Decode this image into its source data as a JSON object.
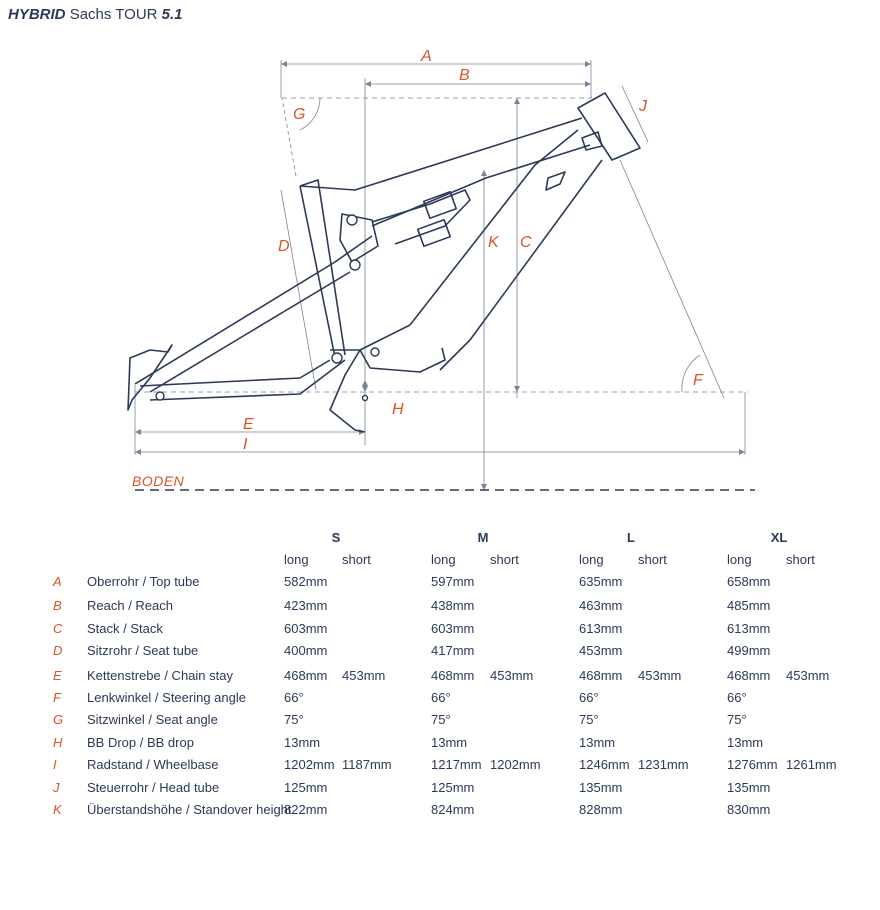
{
  "title": {
    "bold": "HYBRID",
    "rest": "Sachs TOUR",
    "model": "5.1"
  },
  "diagram": {
    "labels": {
      "A": "A",
      "B": "B",
      "C": "C",
      "D": "D",
      "E": "E",
      "F": "F",
      "G": "G",
      "H": "H",
      "I": "I",
      "J": "J",
      "K": "K"
    },
    "ground_label": "BODEN"
  },
  "table": {
    "sizes": [
      "S",
      "M",
      "L",
      "XL"
    ],
    "sub_headers": {
      "long": "long",
      "short": "short"
    },
    "rows": [
      {
        "letter": "A",
        "name": "Oberrohr / Top tube",
        "values": [
          "582mm",
          "",
          "597mm",
          "",
          "635mm",
          "",
          "658mm",
          ""
        ]
      },
      {
        "letter": "B",
        "name": "Reach / Reach",
        "values": [
          "423mm",
          "",
          "438mm",
          "",
          "463mm",
          "",
          "485mm",
          ""
        ]
      },
      {
        "letter": "C",
        "name": "Stack / Stack",
        "values": [
          "603mm",
          "",
          "603mm",
          "",
          "613mm",
          "",
          "613mm",
          ""
        ]
      },
      {
        "letter": "D",
        "name": "Sitzrohr / Seat tube",
        "values": [
          "400mm",
          "",
          "417mm",
          "",
          "453mm",
          "",
          "499mm",
          ""
        ]
      },
      {
        "letter": "E",
        "name": "Kettenstrebe / Chain stay",
        "values": [
          "468mm",
          "453mm",
          "468mm",
          "453mm",
          "468mm",
          "453mm",
          "468mm",
          "453mm"
        ]
      },
      {
        "letter": "F",
        "name": "Lenkwinkel / Steering angle",
        "values": [
          "66°",
          "",
          "66°",
          "",
          "66°",
          "",
          "66°",
          ""
        ]
      },
      {
        "letter": "G",
        "name": "Sitzwinkel / Seat angle",
        "values": [
          "75°",
          "",
          "75°",
          "",
          "75°",
          "",
          "75°",
          ""
        ]
      },
      {
        "letter": "H",
        "name": "BB Drop / BB drop",
        "values": [
          "13mm",
          "",
          "13mm",
          "",
          "13mm",
          "",
          "13mm",
          ""
        ]
      },
      {
        "letter": "I",
        "name": "Radstand / Wheelbase",
        "values": [
          "1202mm",
          "1187mm",
          "1217mm",
          "1202mm",
          "1246mm",
          "1231mm",
          "1276mm",
          "1261mm"
        ]
      },
      {
        "letter": "J",
        "name": "Steuerrohr / Head tube",
        "values": [
          "125mm",
          "",
          "125mm",
          "",
          "135mm",
          "",
          "135mm",
          ""
        ]
      },
      {
        "letter": "K",
        "name": "Überstandshöhe / Standover height",
        "values": [
          "822mm",
          "",
          "824mm",
          "",
          "828mm",
          "",
          "830mm",
          ""
        ]
      }
    ]
  },
  "colors": {
    "ink": "#2b3a57",
    "accent": "#d9532b",
    "guide": "#7a8499"
  }
}
